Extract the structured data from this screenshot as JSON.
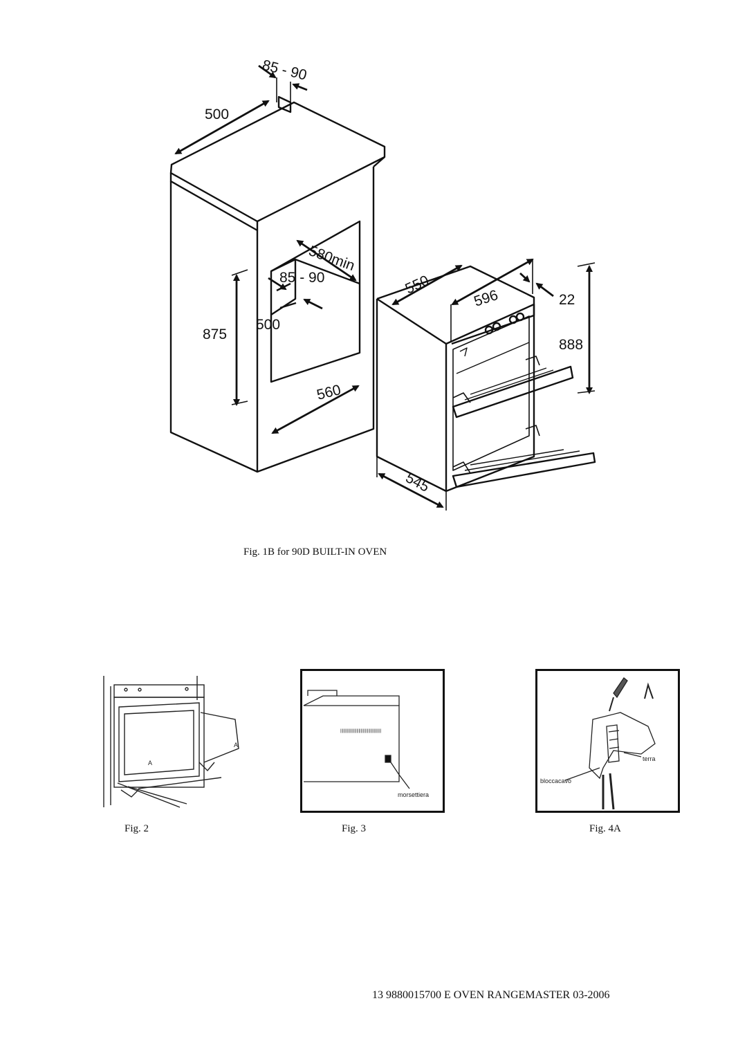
{
  "fig1": {
    "caption": "Fig. 1B  for  90D  BUILT-IN OVEN",
    "dimensions": {
      "top_gap": "85 - 90",
      "top_depth": "500",
      "opening_width": "580min",
      "inner_gap": "85 - 90",
      "inner_depth": "500",
      "opening_height": "875",
      "opening_bottom": "560",
      "oven_depth": "550",
      "oven_width": "596",
      "oven_front": "22",
      "oven_height": "888",
      "oven_base": "545"
    }
  },
  "fig2": {
    "caption": "Fig. 2",
    "marker": "A"
  },
  "fig3": {
    "caption": "Fig. 3",
    "label": "morsettiera"
  },
  "fig4a": {
    "caption": "Fig. 4A",
    "label_cable": "bloccacavo",
    "label_earth": "terra"
  },
  "footer": {
    "text": "13  9880015700 E OVEN RANGEMASTER 03-2006"
  }
}
